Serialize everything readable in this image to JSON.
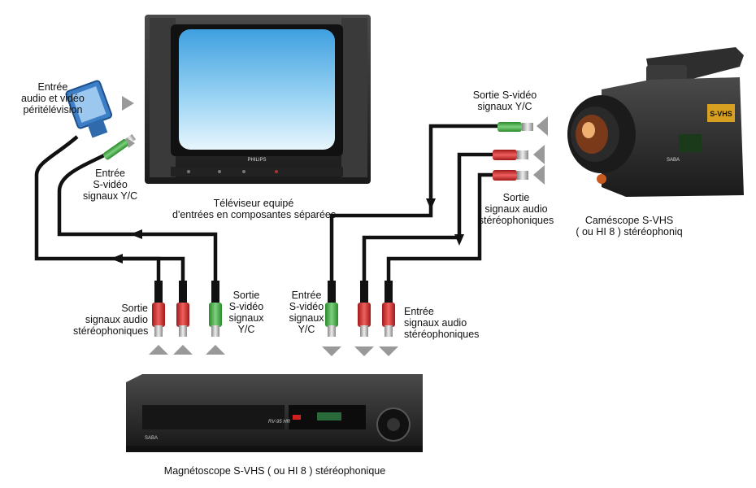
{
  "tv": {
    "brand": "PHILIPS",
    "caption_line1": "Téléviseur equipé",
    "caption_line2": "d'entrées en composantes séparées"
  },
  "scart_input": {
    "line1": "Entrée",
    "line2": "audio et vidéo",
    "line3": "péritélévision"
  },
  "tv_svideo_input": {
    "line1": "Entrée",
    "line2": "S-vidéo",
    "line3": "signaux Y/C"
  },
  "vcr_audio_out": {
    "line1": "Sortie",
    "line2": "signaux audio",
    "line3": "stéréophoniques"
  },
  "vcr_svideo_out": {
    "line1": "Sortie",
    "line2": "S-vidéo",
    "line3": "signaux",
    "line4": "Y/C"
  },
  "vcr_svideo_in": {
    "line1": "Entrée",
    "line2": "S-vidéo",
    "line3": "signaux",
    "line4": "Y/C"
  },
  "vcr_audio_in": {
    "line1": "Entrée",
    "line2": "signaux audio",
    "line3": "stéréophoniques"
  },
  "cam_svideo_out": {
    "line1": "Sortie S-vidéo",
    "line2": "signaux Y/C"
  },
  "cam_audio_out": {
    "line1": "Sortie",
    "line2": "signaux audio",
    "line3": "stéréophoniques"
  },
  "camcorder": {
    "badge": "S-VHS",
    "brand": "SABA",
    "caption_line1": "Caméscope S-VHS",
    "caption_line2": "( ou HI 8 ) stéréophoniq"
  },
  "vcr": {
    "brand": "SABA",
    "model": "RV-95 HR",
    "caption": "Magnétoscope S-VHS ( ou HI 8 ) stéréophonique"
  },
  "colors": {
    "cable": "#1a1a1a",
    "svideo_plug": "#3aa63a",
    "audio_plug": "#d42828",
    "scart_plug": "#4a90d9",
    "screen": "#7fc8f0",
    "device_body": "#2b2b2b"
  }
}
